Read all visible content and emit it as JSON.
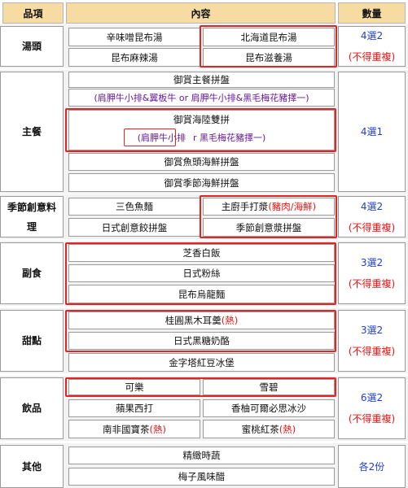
{
  "header": {
    "category": "品項",
    "content": "內容",
    "quantity": "數量"
  },
  "soup": {
    "category": "湯頭",
    "items": [
      "辛味噌昆布湯",
      "北海道昆布湯",
      "昆布麻辣湯",
      "昆布滋養湯"
    ],
    "quantity": [
      "4選2",
      "(不得重複)"
    ]
  },
  "main": {
    "category": "主餐",
    "item1": "御賞主餐拼盤",
    "item1_note": "(肩胛牛小排&翼板牛 or 肩胛牛小排&黑毛梅花豬擇一)",
    "item2": "御賞海陸雙拼",
    "item2_note_a": "(肩胛牛小排",
    "item2_note_b": "r 黑毛梅花豬擇一)",
    "item3": "御賞魚頭海鮮拼盤",
    "item4": "御賞季節海鮮拼盤",
    "quantity": "4選1"
  },
  "seasonal": {
    "category": "季節創意料理",
    "items": [
      "三色魚麵",
      "主廚手打漿",
      "日式創意餃拼盤",
      "季節創意漿拼盤"
    ],
    "paren": "(豬肉/海鮮)",
    "quantity": [
      "4選2",
      "(不得重複)"
    ]
  },
  "side": {
    "category": "副食",
    "items": [
      "芝香白飯",
      "日式粉絲",
      "昆布烏龍麵"
    ],
    "quantity": [
      "3選2",
      "(不得重複)"
    ]
  },
  "dessert": {
    "category": "甜點",
    "item1": "桂圓黑木耳羹",
    "item1_hot": "(熱)",
    "item2": "日式黑糖奶酪",
    "item3": "金字塔紅豆冰堡",
    "quantity": [
      "3選2",
      "(不得重複)"
    ]
  },
  "drinks": {
    "category": "飲品",
    "items": [
      "可樂",
      "雪碧",
      "蘋果西打",
      "香柚可爾必思冰沙",
      "南非國寶茶",
      "蜜桃紅茶"
    ],
    "hot": "(熱)",
    "quantity": [
      "6選2",
      "(不得重複)"
    ]
  },
  "other": {
    "category": "其他",
    "items": [
      "精緻時蔬",
      "梅子風味醋"
    ],
    "quantity": "各2份"
  },
  "colors": {
    "header_bg": "#f6dba3",
    "qty_blue": "#1f3fd6",
    "qty_red": "#e11111",
    "highlight_box": "#e62222",
    "note_purple": "#6a1b9a"
  }
}
